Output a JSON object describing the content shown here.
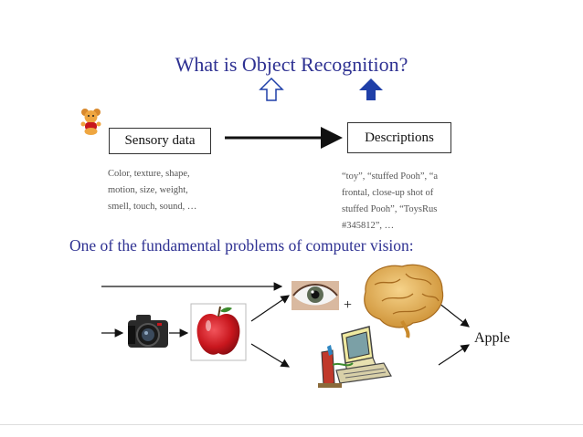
{
  "slide": {
    "title": "What is Object Recognition?",
    "sensory_box_label": "Sensory data",
    "descriptions_box_label": "Descriptions",
    "sensory_details": [
      "Color, texture, shape,",
      "motion, size, weight,",
      "smell, touch, sound, …"
    ],
    "description_examples": [
      "“toy”, “stuffed Pooh”, “a",
      "frontal, close-up shot of",
      "stuffed Pooh”, “ToysRus",
      "#345812”, …"
    ],
    "subtitle": "One of the fundamental problems of computer vision:",
    "plus_sign": "+",
    "result_label": "Apple",
    "icons": [
      "teddy-bear-icon",
      "hollow-up-arrow-icon",
      "solid-up-arrow-icon",
      "camera-icon",
      "apple-icon",
      "eye-icon",
      "brain-icon",
      "computer-icon"
    ],
    "colors": {
      "title": "#2e3192",
      "solid_arrow": "#1f3fa8",
      "apple": "#c8161d"
    }
  }
}
